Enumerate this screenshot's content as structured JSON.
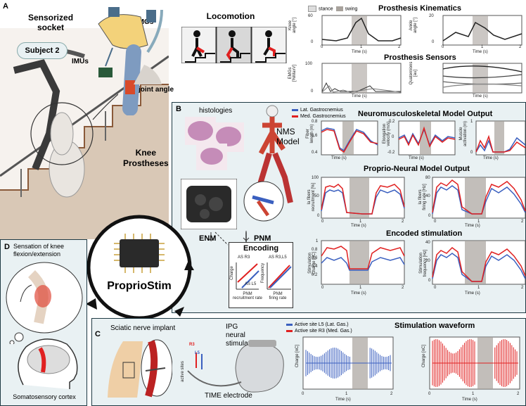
{
  "colors": {
    "blue": "#3a5fbf",
    "red": "#e02020",
    "stance": "#ffffff",
    "swing": "#a8a29c",
    "panel": "#e9f1f3",
    "border": "#1f3a44"
  },
  "panel_a": {
    "letter": "A",
    "sensorized_socket": "Sensorized\nsocket",
    "emgs": "EMGs",
    "imus": "IMUs",
    "subject": "Subject 2",
    "joint_angle": "joint angle",
    "knee_prostheses": "Knee\nProstheses",
    "locomotion": "Locomotion",
    "legend_stance": "stance",
    "legend_swing": "swing",
    "kinematics_title": "Prosthesis Kinematics",
    "sensors_title": "Prosthesis Sensors",
    "knee_ylabel": "Knee\nangle [°]",
    "ankle_ylabel": "Ankle\nangle [°]",
    "emg_ylabel": "EMGs\n[%MaxV]",
    "quat_ylabel": "Quaternions\n[au]",
    "knee_ticks": [
      "60",
      "0"
    ],
    "ankle_ticks": [
      "20",
      "0"
    ],
    "emg_ticks": [
      "100",
      "0"
    ],
    "xticks": [
      "0",
      "1",
      "2"
    ],
    "xlabel": "Time (s)"
  },
  "panel_b": {
    "letter": "B",
    "histologies": "histologies",
    "nms_model": "NMS\nModel",
    "enm": "ENM",
    "pnm": "PNM",
    "encoding": "Encoding",
    "charge": "Charge",
    "frequency": "Frequency",
    "as_r3": "AS R3",
    "as_l5": "AS L5",
    "as_r3l5": "AS R3,L5",
    "pnm_recruitment": "PNM\nrecruitment rate",
    "pnm_firing": "PNM\nfiring rate",
    "legend_lat": "Lat. Gastrocnemius",
    "legend_med": "Med. Gastrocnemius",
    "nms_output": "Neuromusculoskeletal Model Output",
    "pnm_output": "Proprio-Neural Model Output",
    "encoded_stim": "Encoded stimulation",
    "fiber_length": "Fiber\nlength (m)",
    "elong_vel": "Elongation\nvelocity (m/s)",
    "muscle_act": "Muscle\nactivation (m)",
    "ia_recruit": "Ia fibers\nrecruitment [%]",
    "ia_firing": "Ia fibers\nfiring rate [Hz]",
    "stim_charge": "Stimulation\nCharge [nC]",
    "stim_freq": "Stimulation\nfrequency [Hz]",
    "fl_ticks": [
      "0.8",
      "0.6",
      "0.4"
    ],
    "ev_ticks": [
      "0.2",
      "0",
      "-0.2"
    ],
    "ma_ticks": [
      "1",
      "0"
    ],
    "rec_ticks": [
      "100",
      "50",
      "0"
    ],
    "fr_ticks": [
      "80",
      "40",
      "0"
    ],
    "ch_ticks": [
      "1",
      "0.8",
      "0.6",
      "0.4",
      "0.2"
    ],
    "sf_ticks": [
      "40",
      "20",
      "0"
    ],
    "xticks": [
      "0",
      "1",
      "2"
    ],
    "xlabel": "Time (s)"
  },
  "panel_c": {
    "letter": "C",
    "sciatic": "Sciatic nerve implant",
    "ipg": "IPG\nneural\nstimulator",
    "r3": "R3",
    "l5": "L5",
    "active_sites": "active sites",
    "time_electrode": "TIME electrode",
    "legend_l5": "Active site L5 (Lat. Gas.)",
    "legend_r3": "Active site R3 (Med. Gas.)",
    "waveform_title": "Stimulation waveform",
    "charge_ylabel": "Charge [nC]",
    "xticks": [
      "0",
      "1",
      "2"
    ],
    "xlabel": "Time (s)"
  },
  "panel_d": {
    "letter": "D",
    "sensation": "Sensation of knee\nflexion/extension",
    "cortex": "Somatosensory cortex"
  },
  "center": {
    "title": "ProprioStim"
  }
}
